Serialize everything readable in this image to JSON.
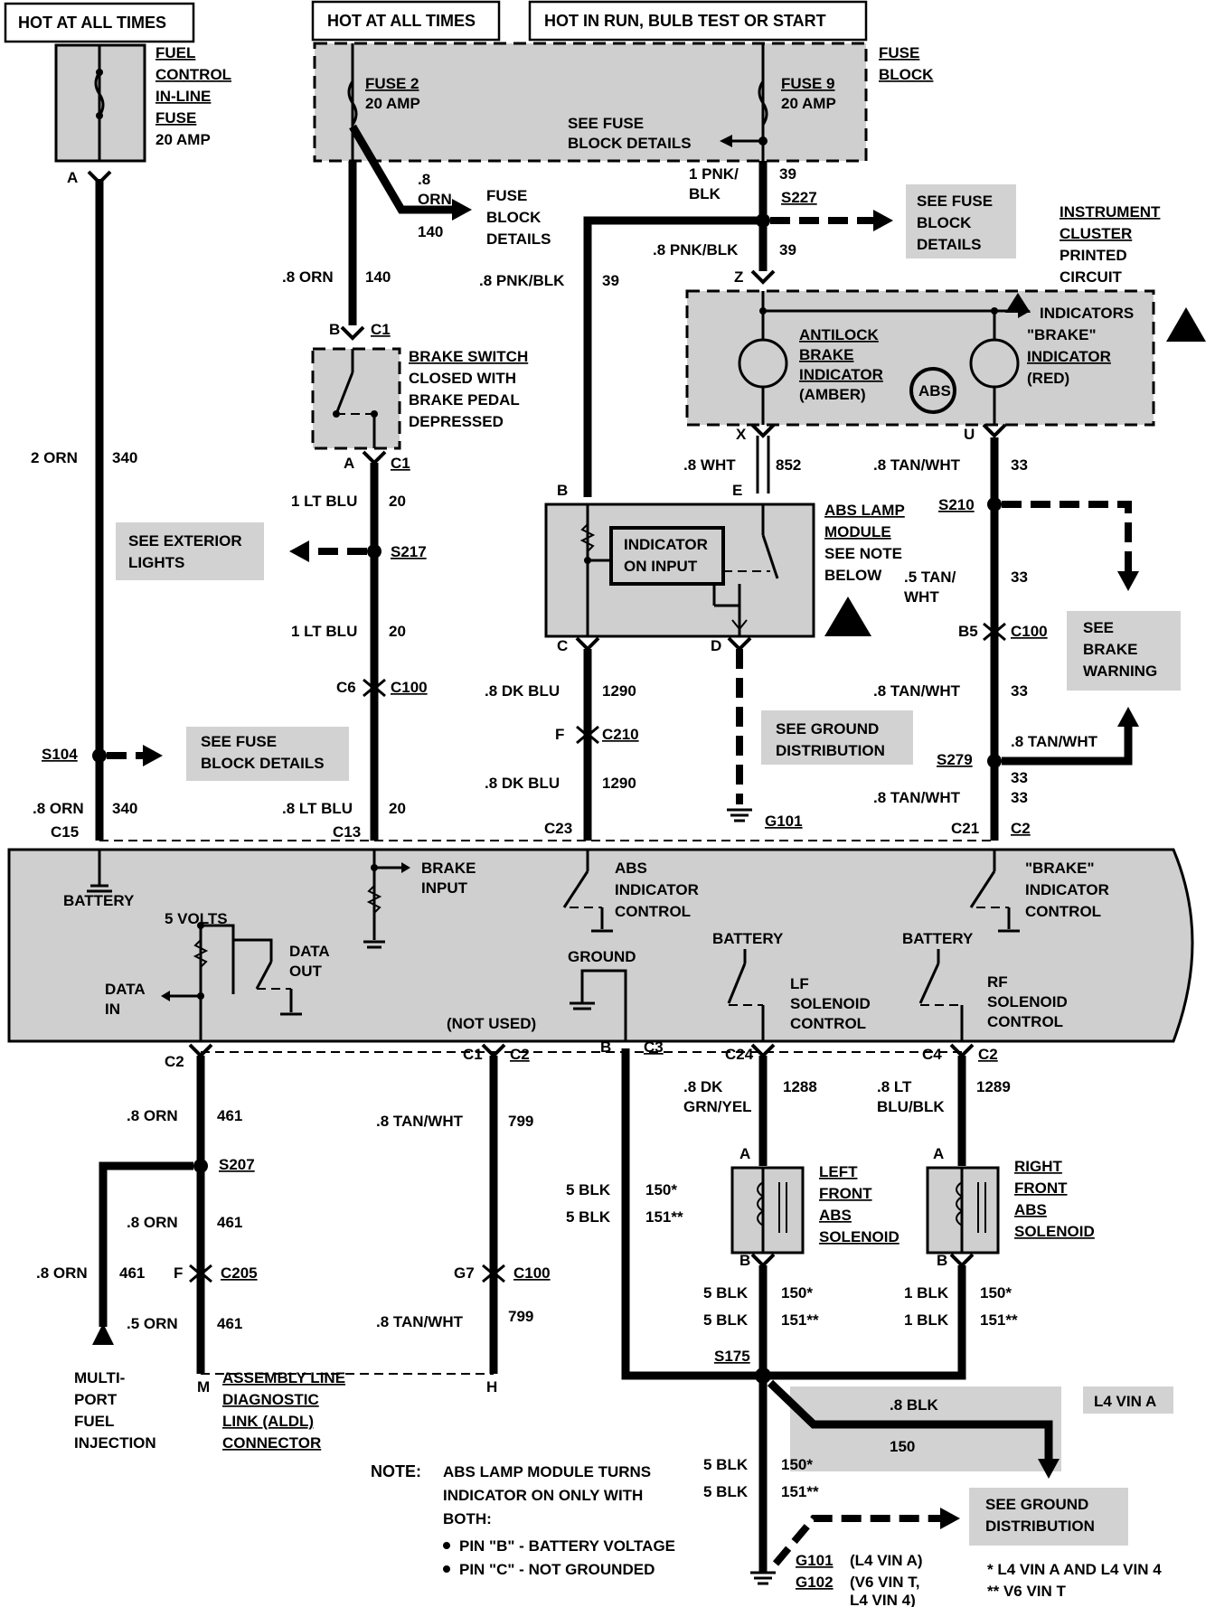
{
  "headers": {
    "hot_all_times_1": "HOT AT ALL TIMES",
    "hot_all_times_2": "HOT AT ALL TIMES",
    "hot_run": "HOT IN RUN, BULB TEST OR START"
  },
  "fuel_fuse": {
    "l1": "FUEL",
    "l2": "CONTROL",
    "l3": "IN-LINE",
    "l4": "FUSE",
    "l5": "20 AMP"
  },
  "fuse_block": {
    "label1": "FUSE",
    "label2": "BLOCK",
    "fuse2": "FUSE 2",
    "fuse2_amp": "20 AMP",
    "fuse9": "FUSE 9",
    "fuse9_amp": "20 AMP",
    "see1": "SEE FUSE",
    "see2": "BLOCK DETAILS"
  },
  "left_col": {
    "pin_a": "A",
    "w1": "2 ORN",
    "c1": "340",
    "s104": "S104",
    "see_fuse1": "SEE FUSE",
    "see_fuse2": "BLOCK DETAILS",
    "w2": ".8 ORN",
    "c2": "340",
    "conn": "C15"
  },
  "brake_col": {
    "orn": ".8",
    "orn2": "ORN",
    "c140a": "140",
    "fbd1": "FUSE",
    "fbd2": "BLOCK",
    "fbd3": "DETAILS",
    "w1": ".8 ORN",
    "c1": "140",
    "pin_b": "B",
    "c1_top": "C1",
    "sw1": "BRAKE SWITCH",
    "sw2": "CLOSED WITH",
    "sw3": "BRAKE PEDAL",
    "sw4": "DEPRESSED",
    "pin_a": "A",
    "c1_bot": "C1",
    "w2": "1 LT BLU",
    "c2": "20",
    "s217": "S217",
    "ext1": "SEE EXTERIOR",
    "ext2": "LIGHTS",
    "w3": "1 LT BLU",
    "c3": "20",
    "c6": "C6",
    "c100": "C100",
    "w4": ".8 LT BLU",
    "c4": "20",
    "conn": "C13"
  },
  "abs_col": {
    "w_top": "1 PNK/",
    "w_top2": "BLK",
    "c39a": "39",
    "s227": "S227",
    "sf1": "SEE FUSE",
    "sf2": "BLOCK",
    "sf3": "DETAILS",
    "w1": ".8 PNK/BLK",
    "c1": "39",
    "w2": ".8 PNK/BLK",
    "c2": "39",
    "pin_z": "Z",
    "pin_b": "B",
    "pin_e": "E",
    "pin_x": "X",
    "w_wht": ".8 WHT",
    "c_wht": "852",
    "ind1": "INDICATOR",
    "ind2": "ON INPUT",
    "mod1": "ABS LAMP",
    "mod2": "MODULE",
    "mod3": "SEE NOTE",
    "mod4": "BELOW",
    "pin_c": "C",
    "pin_d": "D",
    "w3": ".8 DK BLU",
    "c3": "1290",
    "pin_f": "F",
    "c210": "C210",
    "w4": ".8 DK BLU",
    "c4": "1290",
    "gd1": "SEE GROUND",
    "gd2": "DISTRIBUTION",
    "g101": "G101",
    "conn": "C23"
  },
  "cluster": {
    "l1": "INSTRUMENT",
    "l2": "CLUSTER",
    "l3": "PRINTED",
    "l4": "CIRCUIT",
    "indicators": "INDICATORS",
    "a1": "ANTILOCK",
    "a2": "BRAKE",
    "a3": "INDICATOR",
    "a4": "(AMBER)",
    "abs": "ABS",
    "b1": "\"BRAKE\"",
    "b2": "INDICATOR",
    "b3": "(RED)",
    "pin_u": "U"
  },
  "right_col": {
    "w1": ".8 TAN/WHT",
    "c1": "33",
    "s210": "S210",
    "w2a": ".5 TAN/",
    "w2b": "WHT",
    "c2": "33",
    "b5": "B5",
    "c100": "C100",
    "bw1": "SEE",
    "bw2": "BRAKE",
    "bw3": "WARNING",
    "w3": ".8 TAN/WHT",
    "c3": "33",
    "w4": ".8 TAN/WHT",
    "s279": "S279",
    "c4": "33",
    "w5": ".8 TAN/WHT",
    "c5": "33",
    "conn": "C21",
    "conn2": "C2"
  },
  "ebcm": {
    "battery": "BATTERY",
    "volts": "5 VOLTS",
    "data_out1": "DATA",
    "data_out2": "OUT",
    "data_in1": "DATA",
    "data_in2": "IN",
    "brake_in1": "BRAKE",
    "brake_in2": "INPUT",
    "abs_ctl1": "ABS",
    "abs_ctl2": "INDICATOR",
    "abs_ctl3": "CONTROL",
    "ground": "GROUND",
    "not_used": "(NOT USED)",
    "bat2": "BATTERY",
    "bat3": "BATTERY",
    "lf1": "LF",
    "lf2": "SOLENOID",
    "lf3": "CONTROL",
    "rf1": "RF",
    "rf2": "SOLENOID",
    "rf3": "CONTROL",
    "bk1": "\"BRAKE\"",
    "bk2": "INDICATOR",
    "bk3": "CONTROL"
  },
  "bottom": {
    "c2a": "C2",
    "w1": ".8 ORN",
    "c461a": "461",
    "s207": "S207",
    "w2": ".8 ORN",
    "c461b": "461",
    "w3": ".8 ORN",
    "c461c": "461",
    "pin_f": "F",
    "c205": "C205",
    "w4": ".5 ORN",
    "c461d": "461",
    "pin_m": "M",
    "mpfi1": "MULTI-",
    "mpfi2": "PORT",
    "mpfi3": "FUEL",
    "mpfi4": "INJECTION",
    "aldl1": "ASSEMBLY LINE",
    "aldl2": "DIAGNOSTIC",
    "aldl3": "LINK (ALDL)",
    "aldl4": "CONNECTOR",
    "c1": "C1",
    "c2b": "C2",
    "w5": ".8 TAN/WHT",
    "c799a": "799",
    "g7": "G7",
    "c100": "C100",
    "w6": ".8 TAN/WHT",
    "c799b": "799",
    "pin_h": "H",
    "pin_b": "B",
    "c3": "C3",
    "blk1": "5 BLK",
    "blk1c": "150*",
    "blk2": "5 BLK",
    "blk2c": "151**",
    "c24": "C24",
    "w7a": ".8 DK",
    "w7b": "GRN/YEL",
    "c1288": "1288",
    "c4": "C4",
    "c2c": "C2",
    "w8a": ".8 LT",
    "w8b": "BLU/BLK",
    "c1289": "1289",
    "pin_a1": "A",
    "pin_a2": "A",
    "lf1": "LEFT",
    "lf2": "FRONT",
    "lf3": "ABS",
    "lf4": "SOLENOID",
    "rf1": "RIGHT",
    "rf2": "FRONT",
    "rf3": "ABS",
    "rf4": "SOLENOID",
    "pin_b1": "B",
    "pin_b2": "B",
    "lw1": "5 BLK",
    "lw1c": "150*",
    "lw2": "5 BLK",
    "lw2c": "151**",
    "rw1": "1 BLK",
    "rw1c": "150*",
    "rw2": "1 BLK",
    "rw2c": "151**",
    "s175": "S175",
    "g_blk": ".8 BLK",
    "g_150": "150",
    "l4vin": "L4 VIN A",
    "gw1": "5 BLK",
    "gw1c": "150*",
    "gw2": "5 BLK",
    "gw2c": "151**",
    "sgd1": "SEE GROUND",
    "sgd2": "DISTRIBUTION",
    "g101": "G101",
    "g101b": "(L4 VIN A)",
    "g102": "G102",
    "g102b": "(V6 VIN T,",
    "g102c": "L4 VIN 4)",
    "leg1": "* L4 VIN A AND L4 VIN 4",
    "leg2": "** V6 VIN T"
  },
  "note": {
    "title": "NOTE:",
    "l1": "ABS LAMP MODULE TURNS",
    "l2": "INDICATOR ON ONLY WITH",
    "l3": "BOTH:",
    "b1": "PIN \"B\" - BATTERY VOLTAGE",
    "b2": "PIN \"C\" - NOT GROUNDED"
  }
}
